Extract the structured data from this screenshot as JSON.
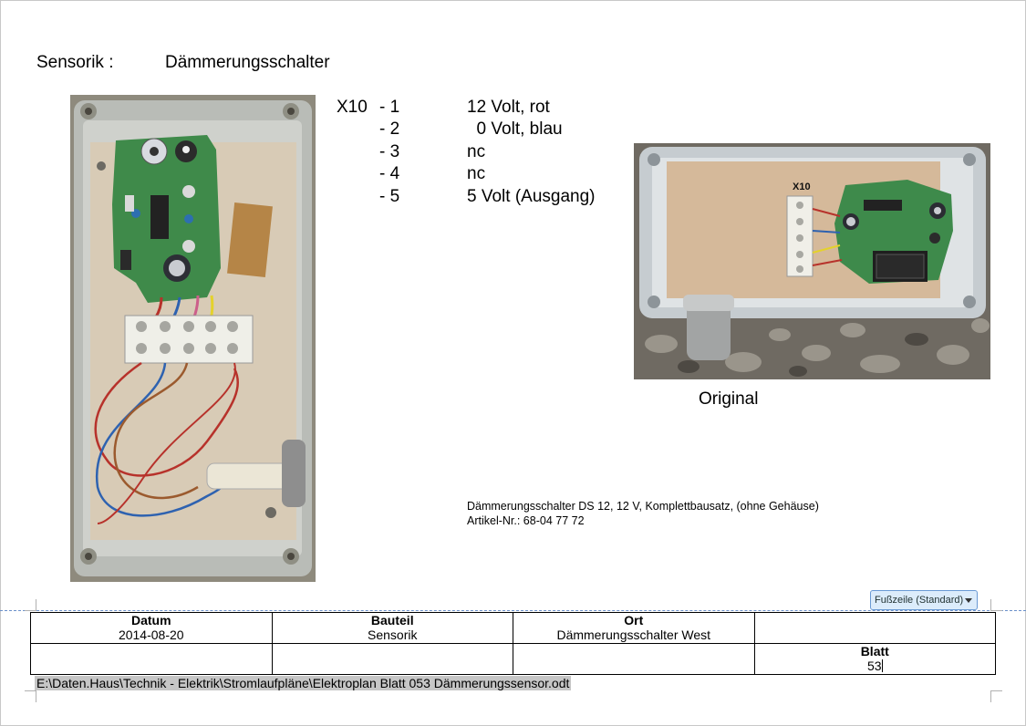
{
  "header": {
    "category": "Sensorik :",
    "title": "Dämmerungsschalter"
  },
  "pin_table": {
    "connector": "X10",
    "rows": [
      {
        "pin": "- 1",
        "desc": "12 Volt, rot"
      },
      {
        "pin": "- 2",
        "desc": "  0 Volt, blau"
      },
      {
        "pin": "- 3",
        "desc": "nc"
      },
      {
        "pin": "- 4",
        "desc": "nc"
      },
      {
        "pin": "- 5",
        "desc": "5 Volt (Ausgang)"
      }
    ]
  },
  "photo_right": {
    "label": "X10",
    "caption": "Original"
  },
  "article": {
    "line1": "Dämmerungsschalter  DS 12, 12 V, Komplettbausatz, (ohne Gehäuse)",
    "line2": "Artikel-Nr.: 68-04 77 72"
  },
  "footer": {
    "tag": "Fußzeile (Standard)",
    "datum_label": "Datum",
    "datum_value": "2014-08-20",
    "bauteil_label": "Bauteil",
    "bauteil_value": "Sensorik",
    "ort_label": "Ort",
    "ort_value": "Dämmerungsschalter West",
    "blatt_label": "Blatt",
    "blatt_value": "53",
    "file_path": "E:\\Daten.Haus\\Technik - Elektrik\\Stromlaufpläne\\Elektroplan Blatt 053 Dämmerungssensor.odt"
  }
}
